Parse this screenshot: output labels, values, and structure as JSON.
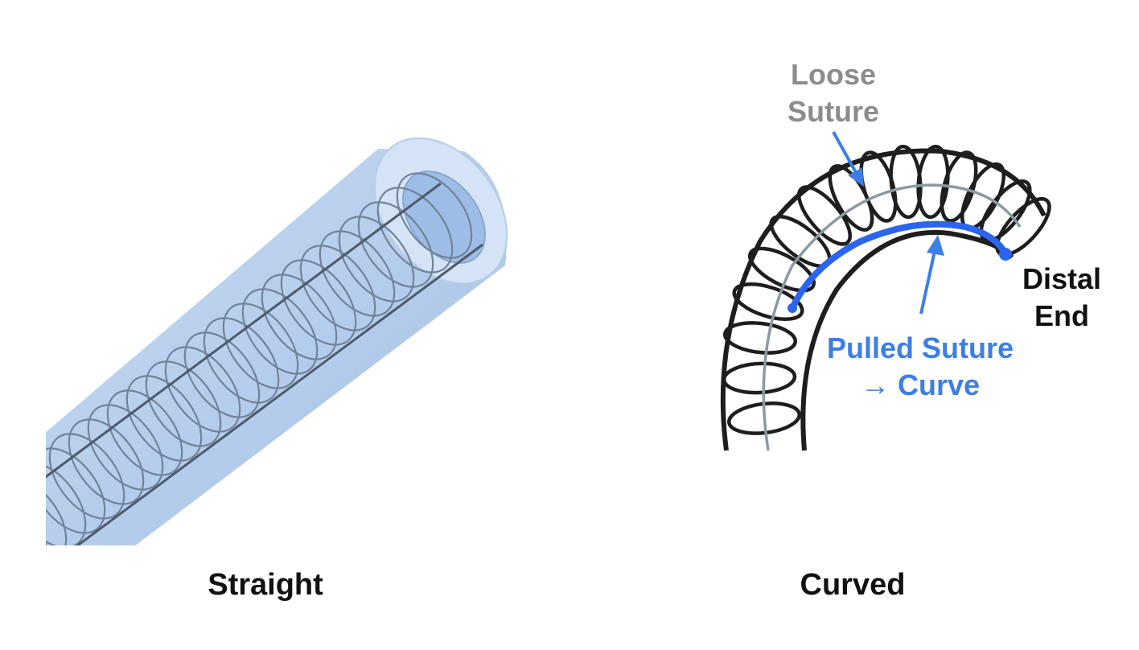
{
  "captions": {
    "straight": "Straight",
    "curved": "Curved"
  },
  "annotations": {
    "loose_suture": {
      "line1": "Loose",
      "line2": "Suture"
    },
    "distal_end": {
      "line1": "Distal",
      "line2": "End"
    },
    "pulled_suture": {
      "line1": "Pulled Suture",
      "line2": "→ Curve"
    }
  },
  "colors": {
    "tube_fill": "#a9c6ec",
    "tube_rim": "#cfe0f5",
    "coil": "#6e7f96",
    "sketch_line": "#1e1e1e",
    "loose_suture_line": "#8a9aa0",
    "pulled_suture_line": "#2a64f0",
    "loose_label": "#8c8c8c",
    "pulled_label": "#3d7ee6",
    "distal_label": "#111111"
  },
  "icons": {
    "loose_arrow": "arrow-down-right-icon",
    "pulled_arrow": "arrow-up-icon"
  }
}
